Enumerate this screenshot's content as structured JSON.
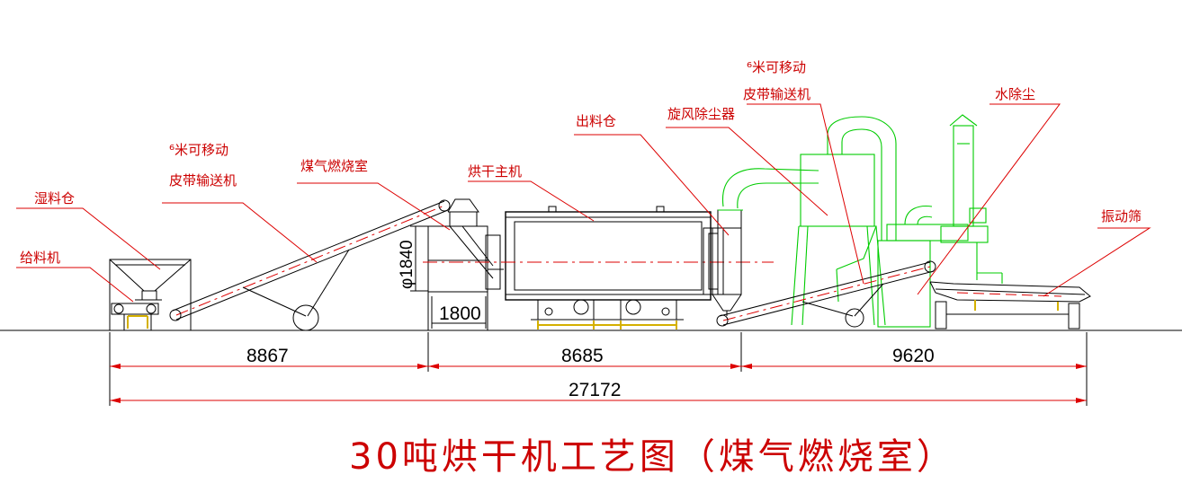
{
  "labels": {
    "feeder": "给料机",
    "wet_bin": "湿料仓",
    "conveyor_1_line1": "⁶米可移动",
    "conveyor_1_line2": "皮带输送机",
    "gas_combustion": "煤气燃烧室",
    "dryer_main": "烘干主机",
    "discharge_bin": "出料仓",
    "cyclone": "旋风除尘器",
    "conveyor_2_line1": "⁶米可移动",
    "conveyor_2_line2": "皮带输送机",
    "water_dust": "水除尘",
    "vibrating_screen": "振动筛"
  },
  "dimensions": {
    "combustion_height": "φ1840",
    "combustion_width": "1800",
    "section_1": "8867",
    "section_2": "8685",
    "section_3": "9620",
    "total": "27172"
  },
  "title": "30吨烘干机工艺图（煤气燃烧室）",
  "colors": {
    "outline": "#000000",
    "labels": "#cc0000",
    "dust_equipment": "#00cc00",
    "support": "#d4b000"
  }
}
